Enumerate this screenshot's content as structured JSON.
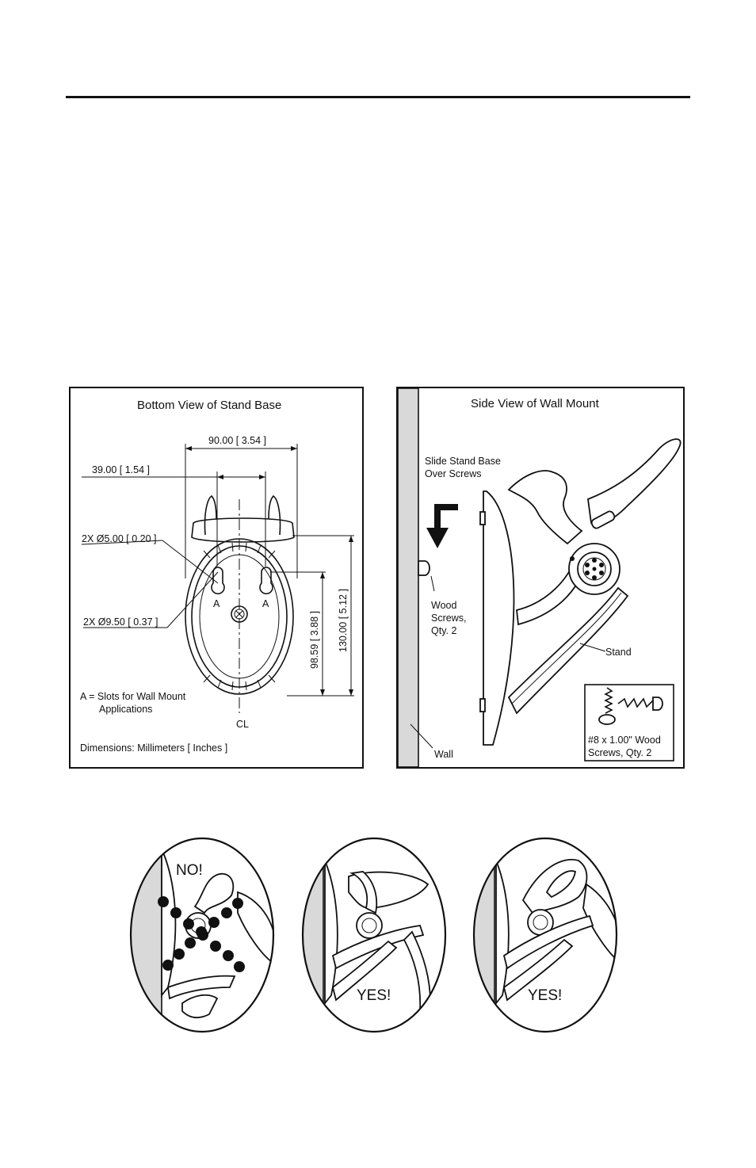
{
  "bottom_view": {
    "title": "Bottom View of Stand Base",
    "dim_width": "90.00 [ 3.54 ]",
    "dim_slot_spacing": "39.00 [ 1.54 ]",
    "dim_small_hole": "2X Ø5.00 [ 0.20 ]",
    "dim_large_hole": "2X Ø9.50 [ 0.37 ]",
    "dim_slot_height": "98.59 [ 3.88 ]",
    "dim_total_height": "130.00 [ 5.12 ]",
    "slot_label": "A",
    "centerline_label": "CL",
    "legend_line1": "A = Slots for Wall Mount",
    "legend_line2": "Applications",
    "units_note": "Dimensions: Millimeters [ Inches ]"
  },
  "side_view": {
    "title": "Side View of Wall Mount",
    "instruction_line1": "Slide Stand Base",
    "instruction_line2": "Over Screws",
    "screws_line1": "Wood",
    "screws_line2": "Screws,",
    "screws_line3": "Qty. 2",
    "stand_label": "Stand",
    "wall_label": "Wall",
    "inset_line1": "#8 x 1.00\" Wood",
    "inset_line2": "Screws, Qty. 2"
  },
  "orientation_examples": [
    {
      "label": "NO!"
    },
    {
      "label": "YES!"
    },
    {
      "label": "YES!"
    }
  ]
}
